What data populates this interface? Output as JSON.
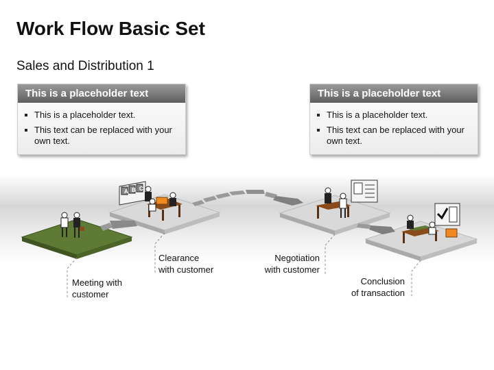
{
  "title": "Work Flow Basic Set",
  "subtitle": "Sales and Distribution 1",
  "boxes": [
    {
      "header": "This is a placeholder text",
      "bullets": [
        "This is a placeholder text.",
        "This text can be replaced with your own text."
      ]
    },
    {
      "header": "This is a placeholder text",
      "bullets": [
        "This is a placeholder text.",
        "This text can be replaced with your own text."
      ]
    }
  ],
  "steps": [
    {
      "label": "Meeting with\ncustomer"
    },
    {
      "label": "Clearance\nwith customer"
    },
    {
      "label": "Negotiation\nwith customer"
    },
    {
      "label": "Conclusion\nof transaction"
    }
  ],
  "sign_letters": [
    "A",
    "B",
    "C"
  ],
  "colors": {
    "accent_green": "#5f7a34",
    "furniture": "#8a4a1a",
    "box_orange": "#f08a20"
  }
}
